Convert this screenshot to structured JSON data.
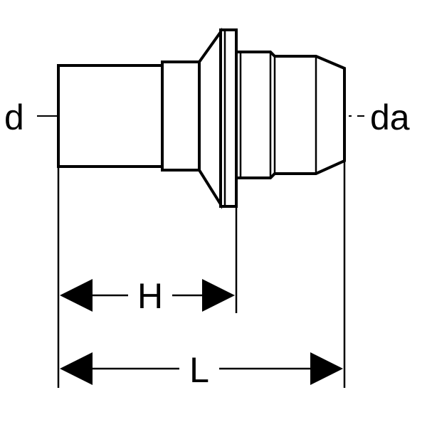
{
  "labels": {
    "left_diameter": "d",
    "right_diameter": "da",
    "height_dim": "H",
    "length_dim": "L"
  },
  "colors": {
    "line": "#000000",
    "background": "#ffffff"
  }
}
